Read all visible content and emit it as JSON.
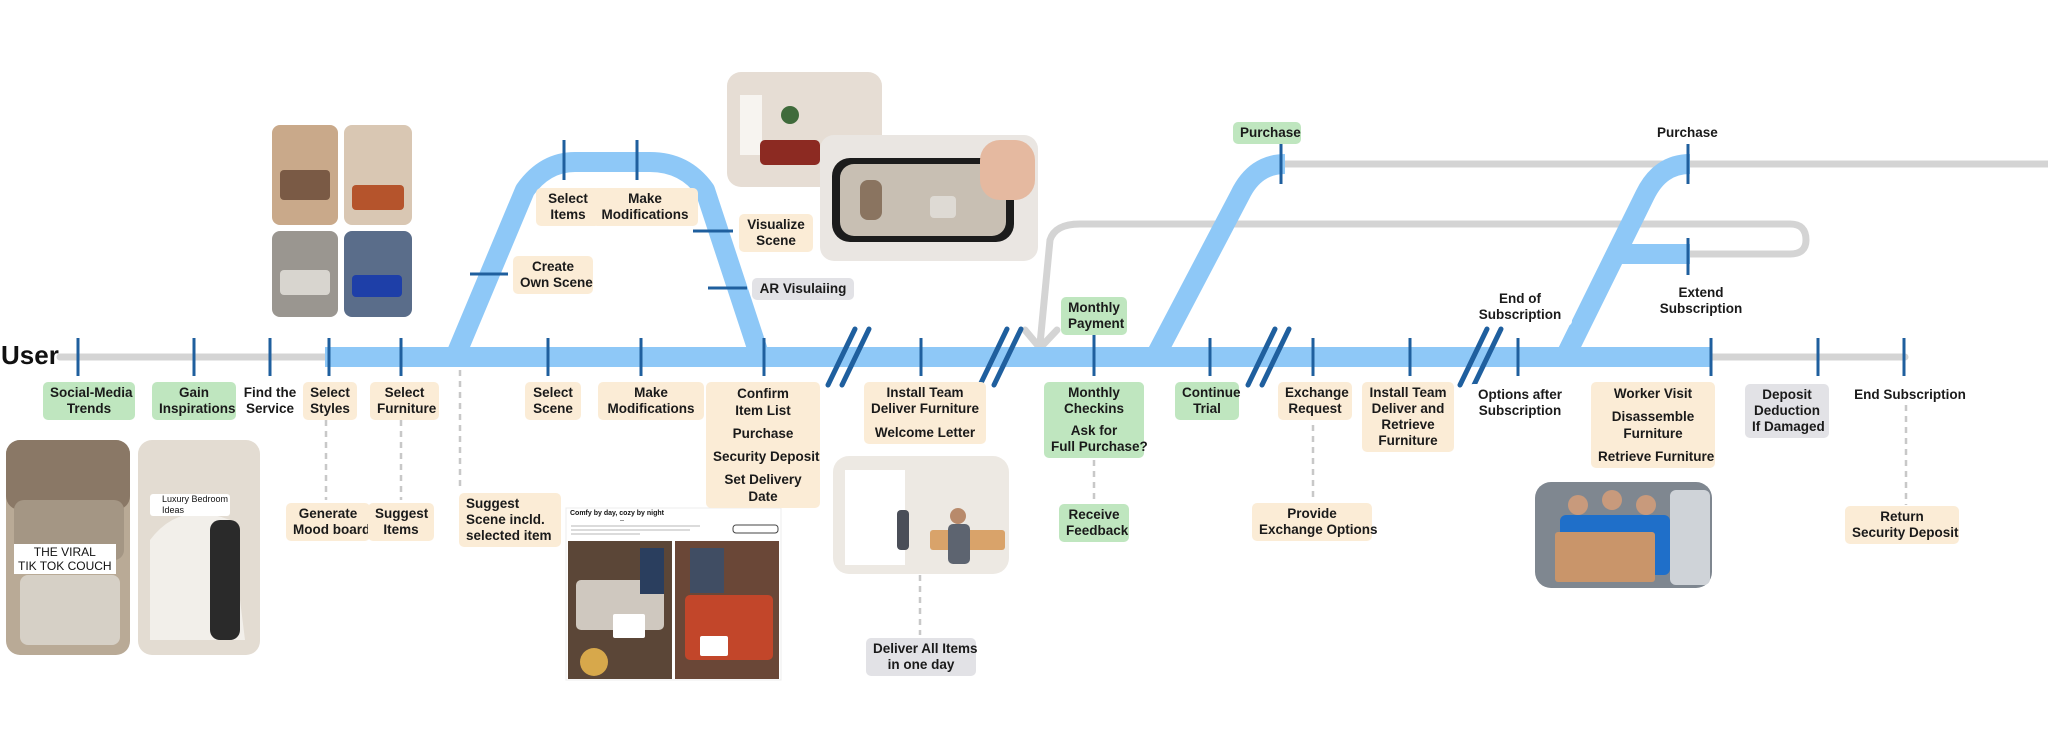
{
  "title": "User",
  "colors": {
    "track": "#8ec8f7",
    "tick": "#1f5f9e",
    "grey_track": "#d4d4d4",
    "beige": "#fbecd6",
    "green": "#bfe6bf",
    "gray_label": "#e2e2e6"
  },
  "labels": {
    "social_media": [
      "Social-Media",
      "Trends"
    ],
    "gain_inspirations": [
      "Gain",
      "Inspirations"
    ],
    "find_service": [
      "Find the",
      "Service"
    ],
    "select_styles": [
      "Select",
      "Styles"
    ],
    "select_furniture": [
      "Select",
      "Furniture"
    ],
    "generate_mood": [
      "Generate",
      "Mood board"
    ],
    "suggest_items": [
      "Suggest",
      "Items"
    ],
    "suggest_scene": [
      "Suggest",
      "Scene incld.",
      "selected item"
    ],
    "create_own_scene": [
      "Create",
      "Own Scene"
    ],
    "select_items": [
      "Select",
      "Items"
    ],
    "make_modifications_top": [
      "Make",
      "Modifications"
    ],
    "visualize_scene": [
      "Visualize",
      "Scene"
    ],
    "ar_visualizing": [
      "AR Visulaiing"
    ],
    "select_scene": [
      "Select",
      "Scene"
    ],
    "make_modifications": [
      "Make",
      "Modifications"
    ],
    "confirm_list": [
      "Confirm",
      "Item List"
    ],
    "purchase_step": [
      "Purchase"
    ],
    "security_deposit": [
      "Security Deposit"
    ],
    "set_delivery": [
      "Set Delivery",
      "Date"
    ],
    "install_team": [
      "Install Team",
      "Deliver Furniture"
    ],
    "welcome_letter": [
      "Welcome Letter"
    ],
    "deliver_all": [
      "Deliver All Items",
      "in one day"
    ],
    "monthly_payment": [
      "Monthly",
      "Payment"
    ],
    "monthly_checkins": [
      "Monthly",
      "Checkins"
    ],
    "ask_full_purchase": [
      "Ask for",
      "Full Purchase?"
    ],
    "receive_feedback": [
      "Receive",
      "Feedback"
    ],
    "purchase_top1": [
      "Purchase"
    ],
    "continue_trial": [
      "Continue",
      "Trial"
    ],
    "exchange_request": [
      "Exchange",
      "Request"
    ],
    "provide_exchange": [
      "Provide",
      "Exchange Options"
    ],
    "install_team2": [
      "Install Team",
      "Deliver and",
      "Retrieve",
      "Furniture"
    ],
    "end_of_subscription": [
      "End of",
      "Subscription"
    ],
    "options_after": [
      "Options after",
      "Subscription"
    ],
    "purchase_top2": [
      "Purchase"
    ],
    "extend_subscription": [
      "Extend",
      "Subscription"
    ],
    "worker_visit": [
      "Worker Visit"
    ],
    "disassemble": [
      "Disassemble",
      "Furniture"
    ],
    "retrieve": [
      "Retrieve Furniture"
    ],
    "deposit_deduction": [
      "Deposit",
      "Deduction",
      "If Damaged"
    ],
    "end_subscription": [
      "End Subscription"
    ],
    "return_deposit": [
      "Return",
      "Security Deposit"
    ]
  },
  "image_text": {
    "viral_couch": [
      "THE VIRAL",
      "TIK TOK COUCH"
    ],
    "luxury_bedroom": [
      "Luxury Bedroom",
      "Ideas"
    ],
    "ad_headline": [
      "Comfy by day, cozy by night"
    ]
  }
}
